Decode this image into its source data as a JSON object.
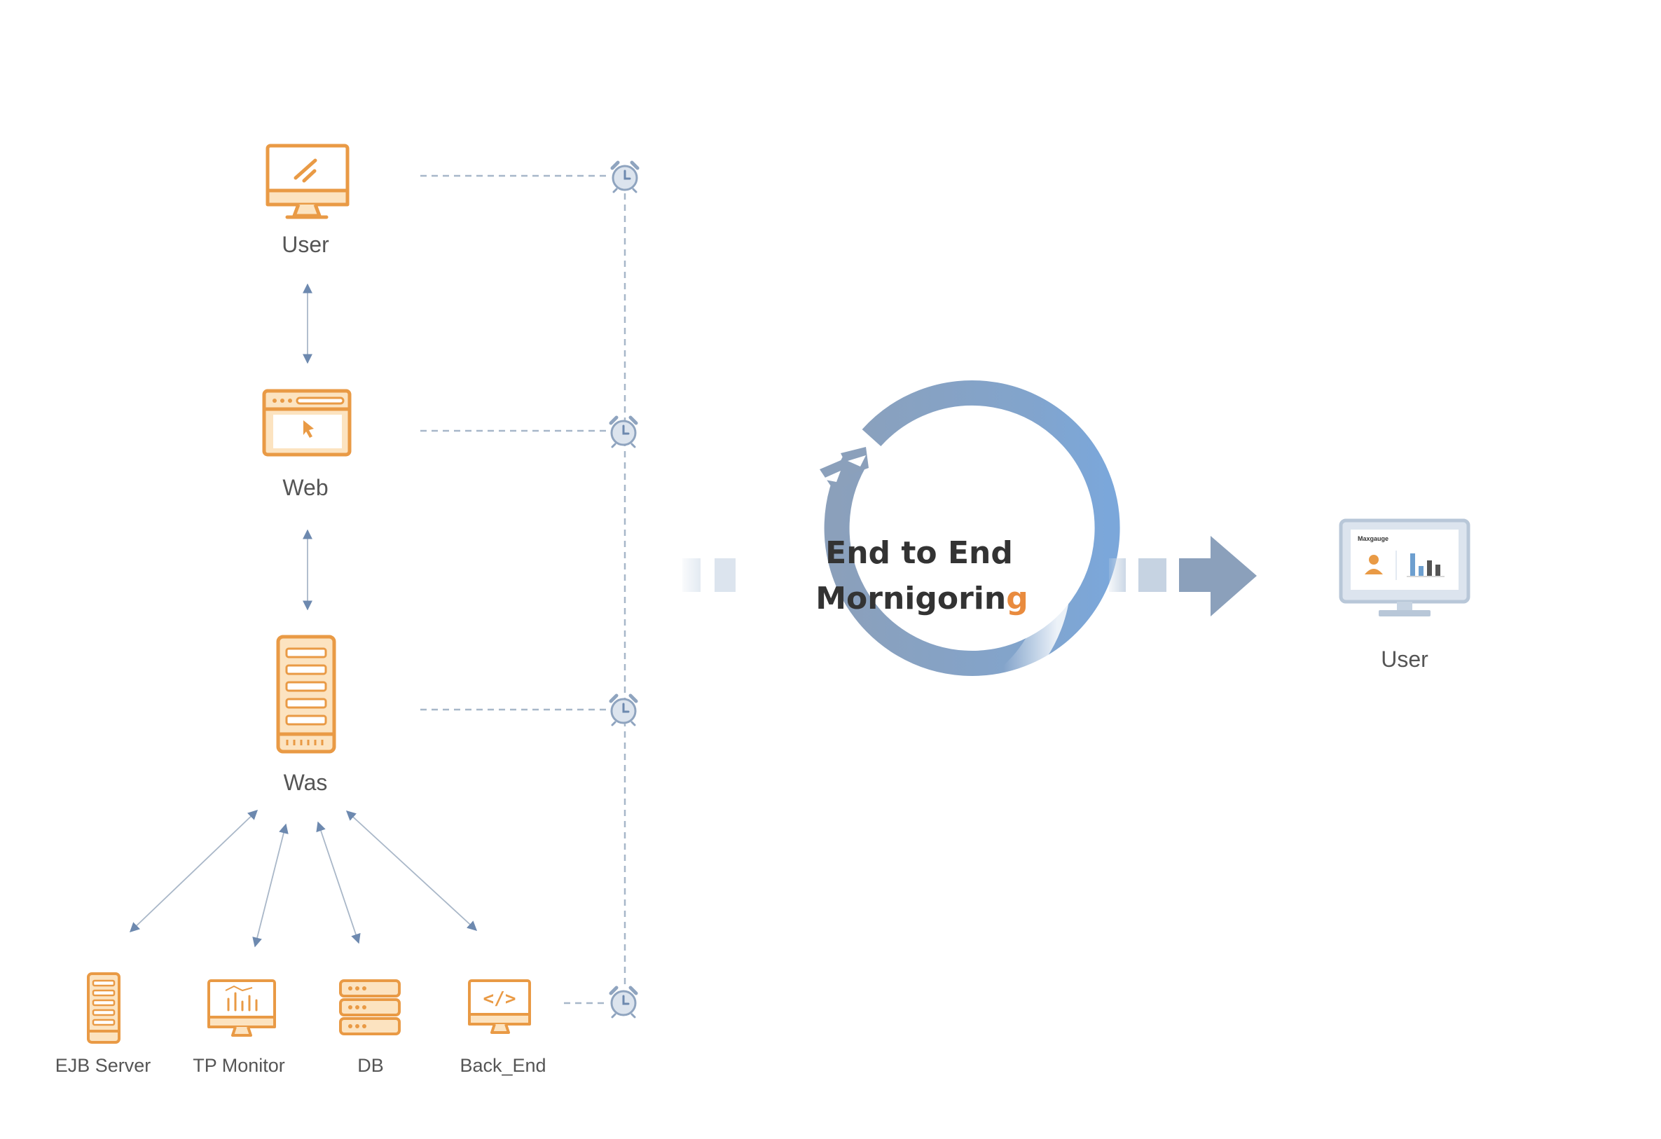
{
  "colors": {
    "orange": "#E99A45",
    "orange_fill": "#FCE3C0",
    "arrow_blue": "#6D89AF",
    "dashed": "#A7B7C9",
    "ring_start": "#8BA0BB",
    "ring_end": "#7BA7DA",
    "accent": "#E98B3E"
  },
  "nodes": {
    "user": {
      "label": "User",
      "icon": "monitor-icon"
    },
    "web": {
      "label": "Web",
      "icon": "browser-icon"
    },
    "was": {
      "label": "Was",
      "icon": "server-icon"
    },
    "ejb": {
      "label": "EJB Server",
      "icon": "server-icon"
    },
    "tp": {
      "label": "TP  Monitor",
      "icon": "monitor-chart-icon"
    },
    "db": {
      "label": "DB",
      "icon": "database-icon"
    },
    "backend": {
      "label": "Back_End",
      "icon": "code-monitor-icon"
    },
    "result_user": {
      "label": "User",
      "icon": "dashboard-monitor-icon"
    }
  },
  "center": {
    "line1": "End to End",
    "line2_main": "Mornigorin",
    "line2_accent": "g"
  },
  "dashboard": {
    "logo_text": "Maxgauge"
  },
  "timers": [
    "alarm-clock-icon",
    "alarm-clock-icon",
    "alarm-clock-icon",
    "alarm-clock-icon"
  ]
}
